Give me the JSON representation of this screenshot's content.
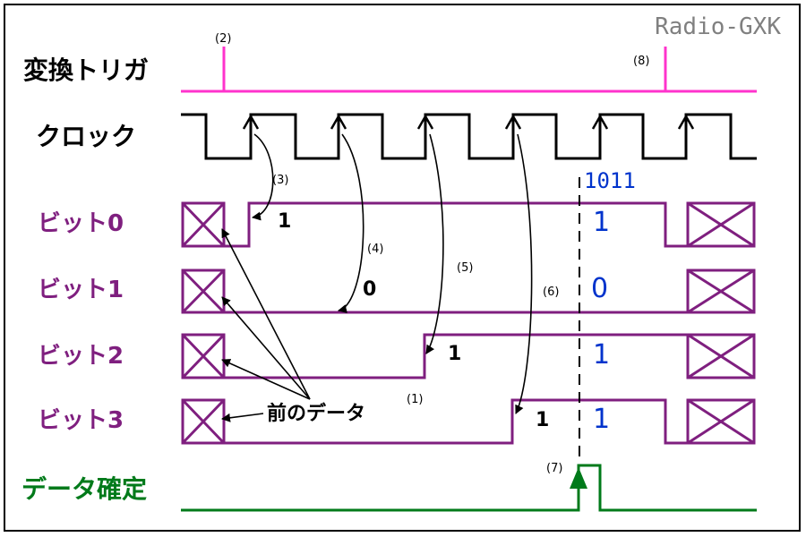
{
  "watermark": "Radio-GXK",
  "signals": {
    "trigger": "変換トリガ",
    "clock": "クロック",
    "bit0": "ビット0",
    "bit1": "ビット1",
    "bit2": "ビット2",
    "bit3": "ビット3",
    "data_valid": "データ確定"
  },
  "annotations": {
    "n1": "(1)",
    "n2": "(2)",
    "n3": "(3)",
    "n4": "(4)",
    "n5": "(5)",
    "n6": "(6)",
    "n7": "(7)",
    "n8": "(8)",
    "prev_data": "前のデータ"
  },
  "sampled_values": {
    "bit0": "1",
    "bit1": "0",
    "bit2": "1",
    "bit3": "1"
  },
  "result": {
    "word": "1011",
    "bit0": "1",
    "bit1": "0",
    "bit2": "1",
    "bit3": "1"
  },
  "colors": {
    "trigger": "#ff33cc",
    "clock": "#000000",
    "bits": "#7f1f7f",
    "data_valid": "#007a1a",
    "result": "#0033cc",
    "watermark": "#808080"
  }
}
